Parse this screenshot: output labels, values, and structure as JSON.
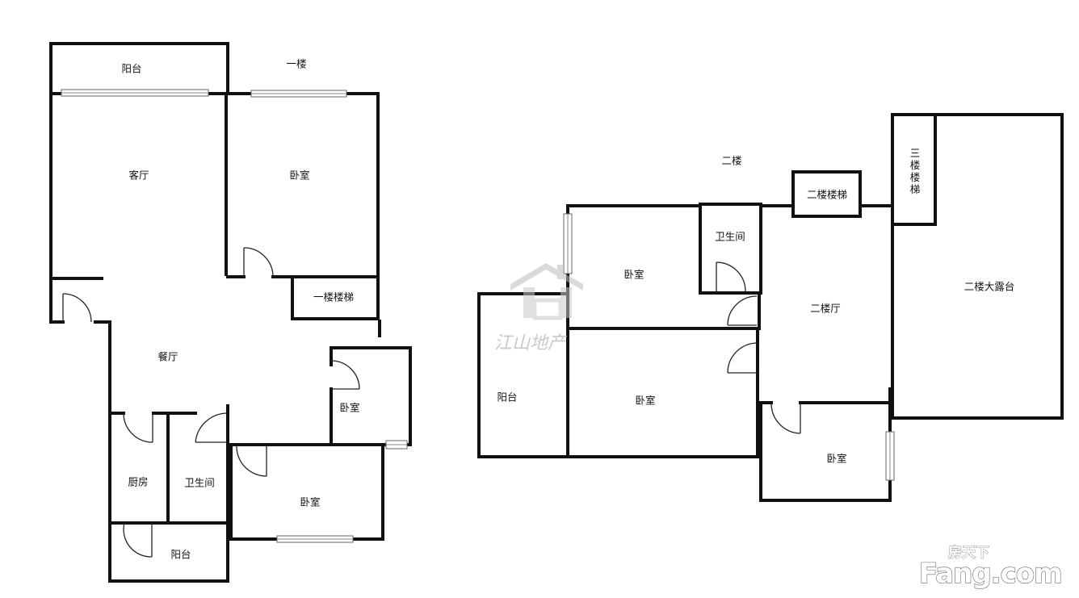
{
  "floor1": {
    "title": "一楼",
    "rooms": {
      "balcony_top": "阳台",
      "living_room": "客厅",
      "bedroom_top": "卧室",
      "stairs": "一楼楼梯",
      "dining_room": "餐厅",
      "bedroom_small": "卧室",
      "kitchen": "厨房",
      "bathroom": "卫生间",
      "bedroom_bottom": "卧室",
      "balcony_bottom": "阳台"
    }
  },
  "floor2": {
    "title": "二楼",
    "rooms": {
      "stairs_to_3": "三\n楼\n楼\n梯",
      "stairs": "二楼楼梯",
      "bathroom": "卫生间",
      "bedroom_top": "卧室",
      "living_room": "二楼厅",
      "terrace": "二楼大露台",
      "balcony": "阳台",
      "bedroom_mid": "卧室",
      "bedroom_right": "卧室"
    }
  },
  "watermark": {
    "agency": "江山地产",
    "brand_top": "房天下",
    "brand": "Fang.com"
  }
}
